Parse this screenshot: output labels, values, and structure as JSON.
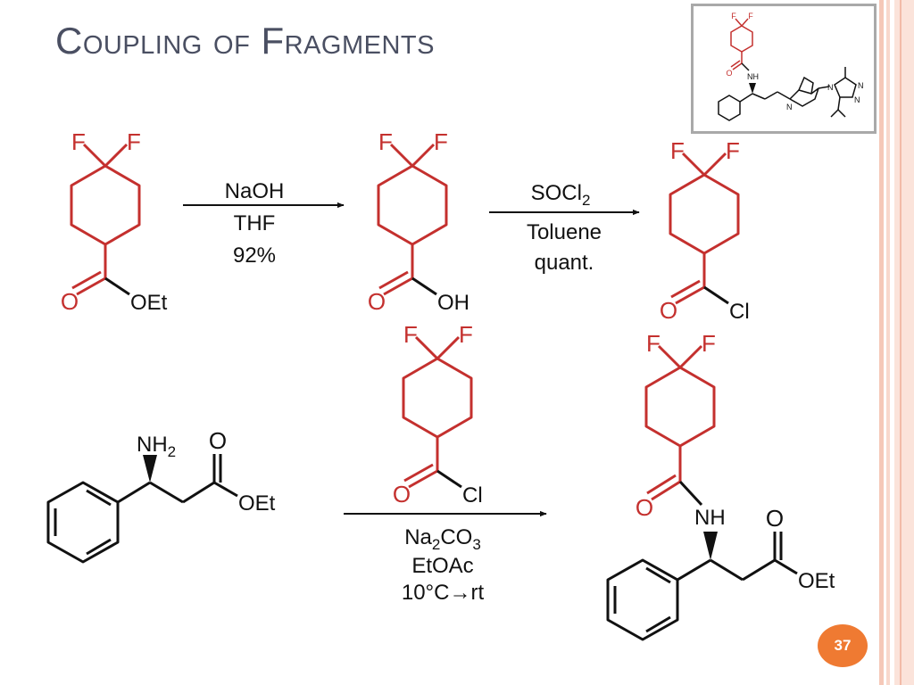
{
  "slide": {
    "title": "Coupling of Fragments",
    "page_number": "37"
  },
  "colors": {
    "fragment_red": "#c4302e",
    "bond_black": "#111111",
    "title_gray": "#4a4f62",
    "accent_orange": "#ef7a32",
    "rail_pink": "#f5c8b8"
  },
  "thumbnail": {
    "labels": {
      "f1": "F",
      "f2": "F",
      "o": "O",
      "nh": "NH",
      "n_ring": "N",
      "n1": "N",
      "n2": "N",
      "n3": "N"
    }
  },
  "reaction1": {
    "start": {
      "f1": "F",
      "f2": "F",
      "o": "O",
      "substituent": "OEt"
    },
    "conditions": {
      "reagent": "NaOH",
      "solvent": "THF",
      "yield": "92%"
    },
    "product": {
      "f1": "F",
      "f2": "F",
      "o": "O",
      "substituent": "OH"
    }
  },
  "reaction2": {
    "conditions": {
      "reagent": "SOCl",
      "reagent_sub": "2",
      "solvent": "Toluene",
      "yield": "quant."
    },
    "product": {
      "f1": "F",
      "f2": "F",
      "o": "O",
      "substituent": "Cl"
    }
  },
  "reaction3": {
    "amine": {
      "amine_group": "NH",
      "amine_sub": "2",
      "o": "O",
      "substituent": "OEt"
    },
    "acyl_chloride": {
      "f1": "F",
      "f2": "F",
      "o": "O",
      "substituent": "Cl"
    },
    "conditions": {
      "base": [
        "Na",
        "2",
        "CO",
        "3"
      ],
      "solvent": "EtOAc",
      "temperature": "10°C→rt"
    },
    "product": {
      "f1": "F",
      "f2": "F",
      "o": "O",
      "nh": "NH",
      "o2": "O",
      "substituent": "OEt"
    }
  }
}
